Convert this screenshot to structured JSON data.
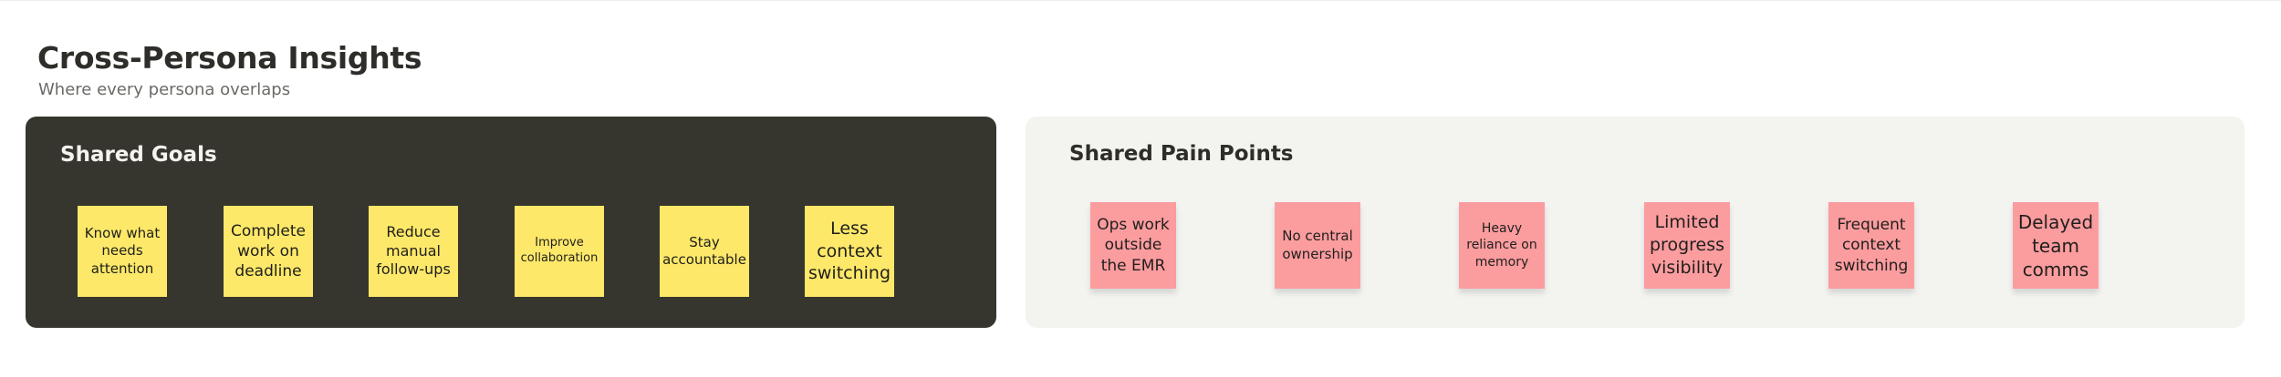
{
  "header": {
    "title": "Cross-Persona Insights",
    "subtitle": "Where every persona overlaps"
  },
  "goals": {
    "title": "Shared Goals",
    "color": "#fde869",
    "panel_color": "#36352e",
    "notes": [
      "Know what needs attention",
      "Complete work on deadline",
      "Reduce manual follow-ups",
      "Improve collaboration",
      "Stay accountable",
      "Less context switching"
    ]
  },
  "pains": {
    "title": "Shared Pain Points",
    "color": "#fb9c9f",
    "panel_color": "#f3f3f0",
    "notes": [
      "Ops work outside the EMR",
      "No central ownership",
      "Heavy reliance on memory",
      "Limited progress visibility",
      "Frequent context switching",
      "Delayed team comms"
    ]
  }
}
